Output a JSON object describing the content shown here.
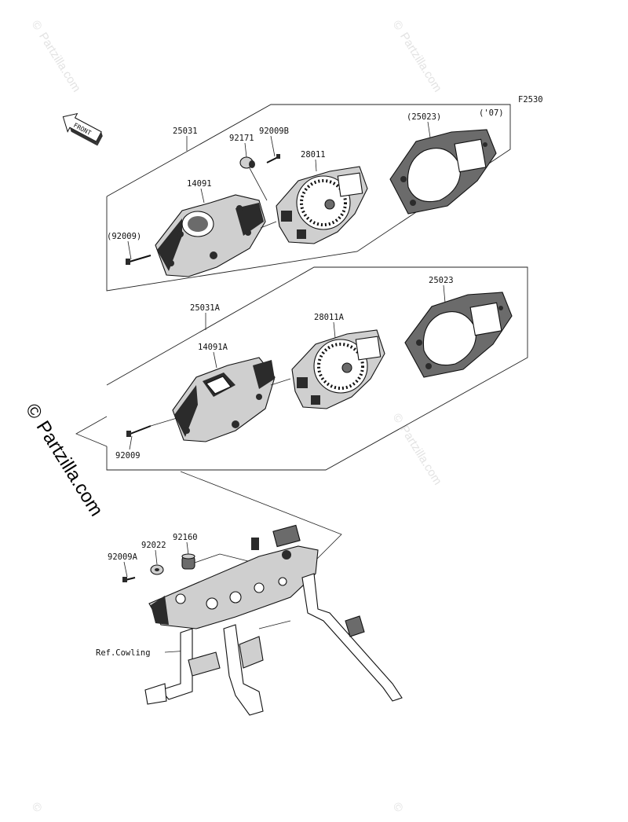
{
  "diagram": {
    "figure_code": "F2530",
    "front_label": "FRONT",
    "labels": {
      "assembly_upper": "25031",
      "assembly_lower": "25031A",
      "cover_upper": "(25023)",
      "cover_lower": "25023",
      "year_note": "('07)",
      "meter_upper": "28011",
      "meter_lower": "28011A",
      "case_upper": "14091",
      "case_lower": "14091A",
      "grommet_upper": "92171",
      "screw_upper": "92009B",
      "screw_upper_left": "(92009)",
      "screw_lower": "92009",
      "bolt_bracket": "92009A",
      "collar": "92022",
      "damper": "92160",
      "ref_cowling": "Ref.Cowling"
    },
    "watermark": {
      "text": "Partzilla.com",
      "copyright_symbol": "©"
    }
  }
}
